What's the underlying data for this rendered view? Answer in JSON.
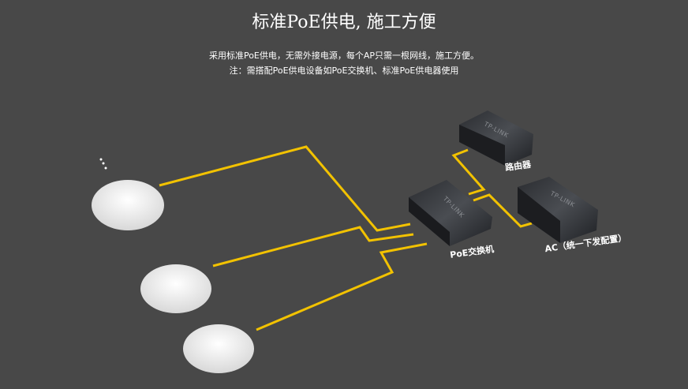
{
  "header": {
    "title": "标准PoE供电, 施工方便",
    "line1": "采用标准PoE供电，无需外接电源，每个AP只需一根网线，施工方便。",
    "line2": "注：需搭配PoE供电设备如PoE交换机、标准PoE供电器使用"
  },
  "devices": {
    "router": "路由器",
    "switch": "PoE交换机",
    "ac": "AC（统一下发配置）",
    "brand": "TP-LINK"
  },
  "colors": {
    "background": "#484848",
    "cable": "#f2c200"
  }
}
